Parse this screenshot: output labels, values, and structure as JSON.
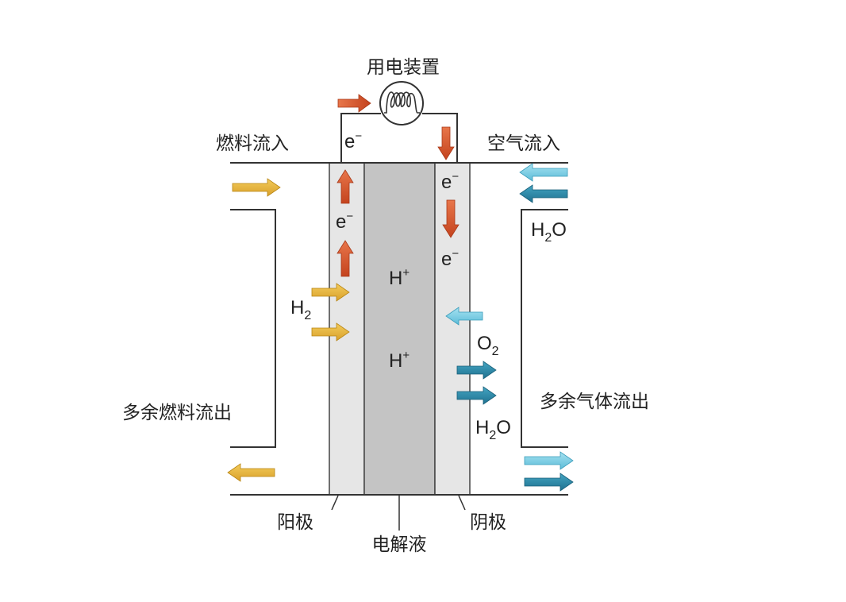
{
  "labels": {
    "device": "用电装置",
    "fuel_in": "燃料流入",
    "air_in": "空气流入",
    "excess_fuel_out": "多余燃料流出",
    "excess_gas_out": "多余气体流出",
    "anode": "阳极",
    "cathode": "阴极",
    "electrolyte": "电解液"
  },
  "species": {
    "electron_base": "e",
    "electron_charge": "−",
    "proton_base": "H",
    "proton_charge": "+",
    "h2_base": "H",
    "h2_sub": "2",
    "o2_base": "O",
    "o2_sub": "2",
    "water_base": "H",
    "water_sub": "2",
    "water_tail": "O"
  },
  "colors": {
    "electron_arrow": "#d4562a",
    "fuel_arrow": "#e8b638",
    "air_arrow_light": "#7fd0e6",
    "water_arrow_dark": "#2a8aa8",
    "electrode_fill": "#e6e6e6",
    "electrolyte_fill": "#c4c4c4",
    "line": "#333333"
  }
}
